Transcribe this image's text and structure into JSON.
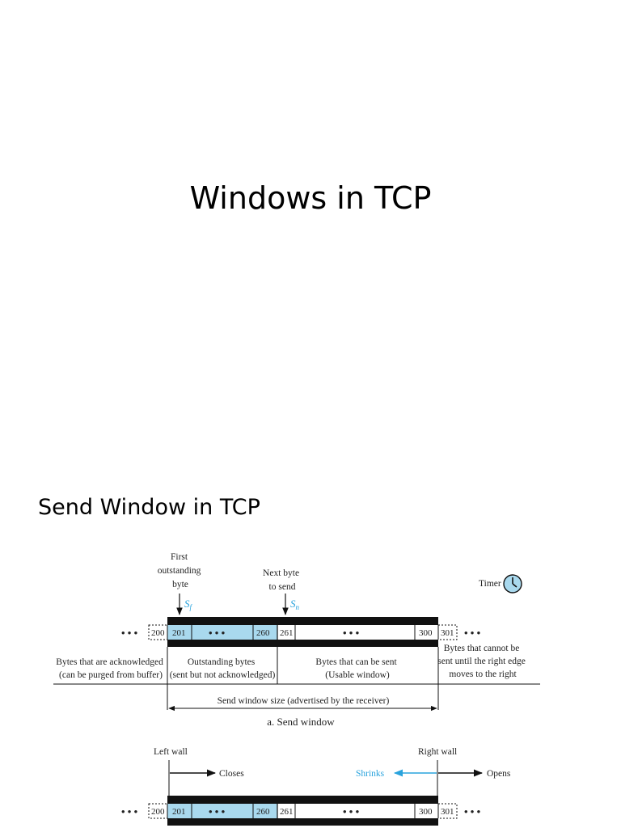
{
  "slide": {
    "title": "Windows in TCP"
  },
  "section": {
    "title": "Send Window in TCP"
  },
  "diagram": {
    "colors": {
      "outstanding": "#a9d9ee",
      "bar": "#111111",
      "accent": "#29a3dd"
    },
    "pointer_first": [
      "First",
      "outstanding",
      "byte"
    ],
    "pointer_first_var": "S",
    "pointer_first_sub": "f",
    "pointer_next": [
      "Next byte",
      "to send"
    ],
    "pointer_next_var": "S",
    "pointer_next_sub": "n",
    "timer_label": "Timer",
    "timer_icon": "clock-icon",
    "ellipsis": "• • •",
    "cells": {
      "c200": "200",
      "c201": "201",
      "c260": "260",
      "c261": "261",
      "c300": "300",
      "c301": "301"
    },
    "regions": {
      "acknowledged": [
        "Bytes that are acknowledged",
        "(can be purged from buffer)"
      ],
      "outstanding": [
        "Outstanding bytes",
        "(sent but not acknowledged)"
      ],
      "usable": [
        "Bytes that can be sent",
        "(Usable window)"
      ],
      "cannot_send": [
        "Bytes that cannot be",
        "sent until the right edge",
        "moves to the right"
      ]
    },
    "window_size_label": "Send window size (advertised by the receiver)",
    "caption": "a. Send window",
    "left_wall": "Left wall",
    "right_wall": "Right wall",
    "closes": "Closes",
    "shrinks": "Shrinks",
    "opens": "Opens"
  }
}
